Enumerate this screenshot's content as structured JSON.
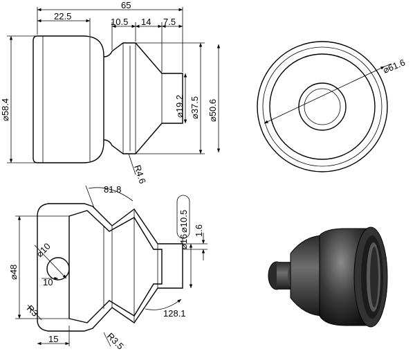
{
  "dimensions": {
    "front_view": {
      "total_length": "65",
      "large_part_length": "22.5",
      "neck_length": "10.5",
      "cone_length": "14",
      "small_end_length": "7.5",
      "outer_diameter": "⌀58.4",
      "bore_diameter": "⌀19.2",
      "neck_diameter": "⌀37.5",
      "mid_diameter": "⌀50.6",
      "fillet_radius": "R4.6"
    },
    "end_view": {
      "outer_diameter": "⌀61.6"
    },
    "section_view": {
      "angle": "81.8",
      "slot_width": "⌀10.5",
      "slot_label": "⌀16",
      "wall_thickness": "1.6",
      "outer_diameter": "⌀48",
      "hole_diameter": "⌀10",
      "hole_offset": "10",
      "radius_small": "R3",
      "length_15": "15",
      "radius_bottom": "R3.5",
      "angle_bottom": "128.1"
    }
  }
}
